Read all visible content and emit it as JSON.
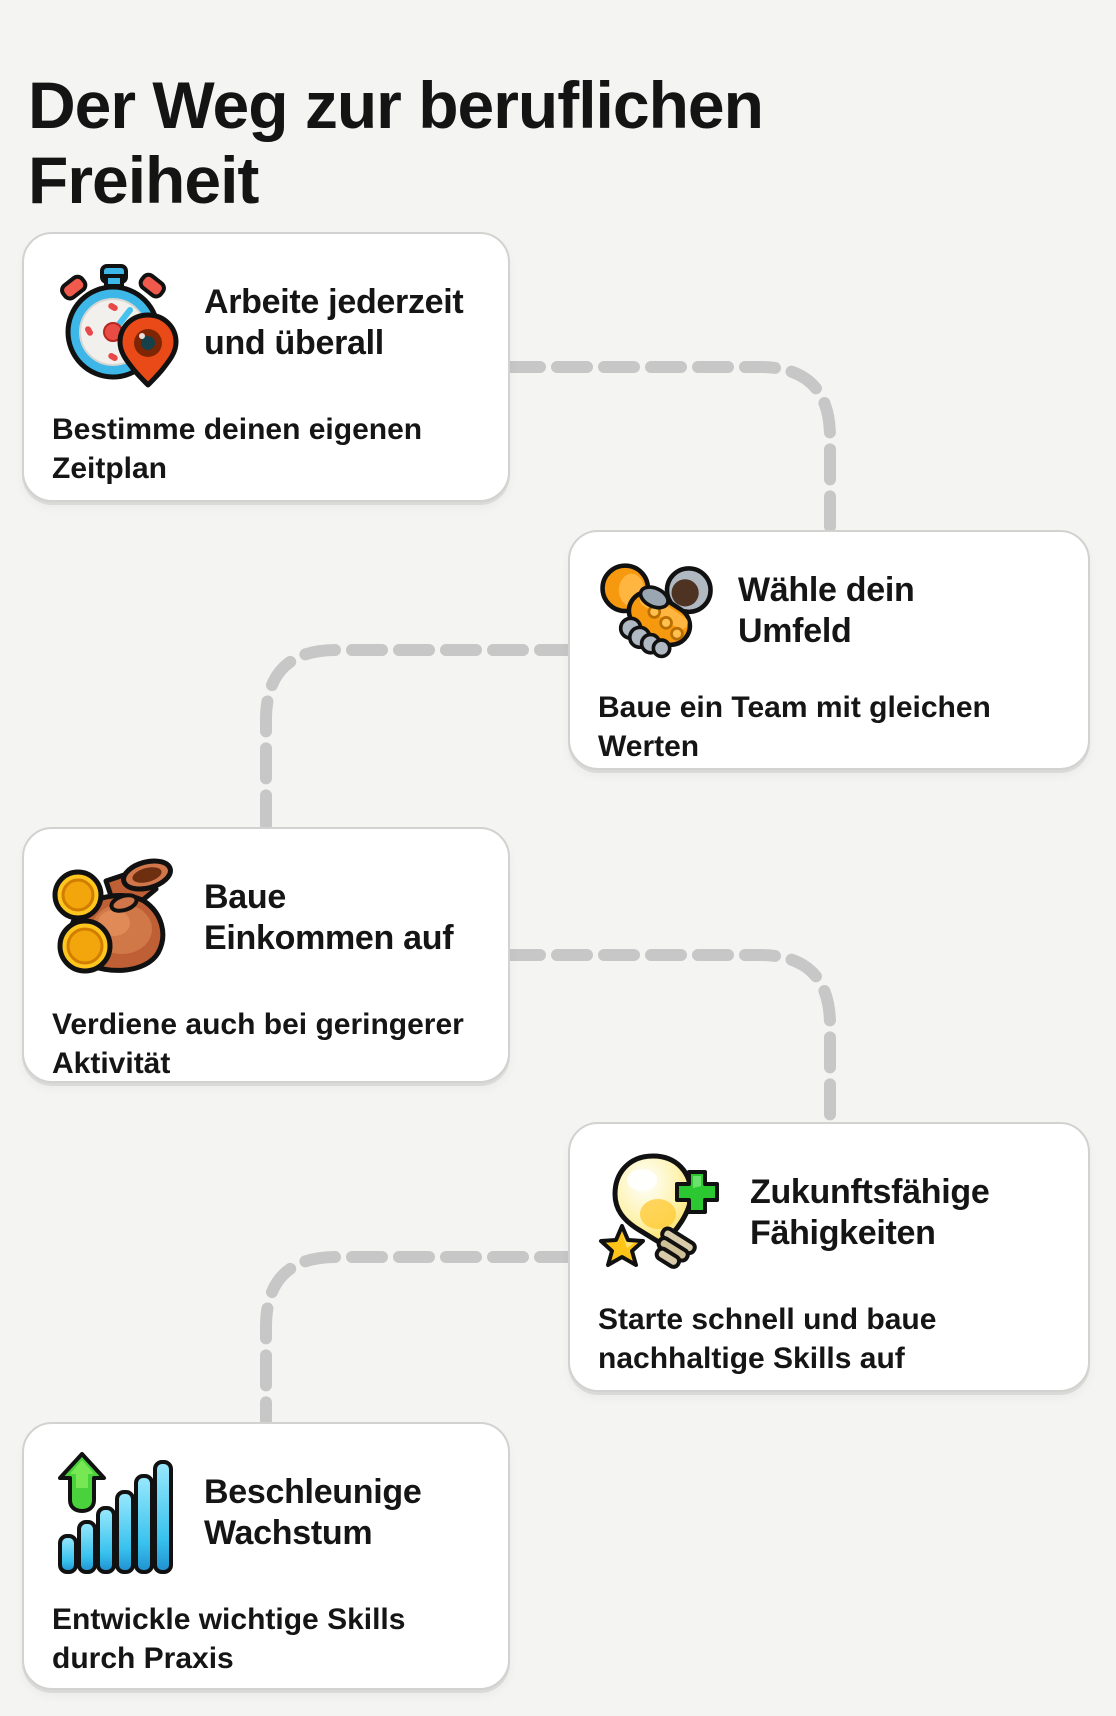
{
  "page": {
    "title": "Der Weg zur beruflichen\nFreiheit"
  },
  "cards": [
    {
      "icon": "stopwatch-location-icon",
      "title": "Arbeite jederzeit\nund überall",
      "description": "Bestimme deinen eigenen\nZeitplan"
    },
    {
      "icon": "handshake-icon",
      "title": "Wähle dein\nUmfeld",
      "description": "Baue ein Team mit gleichen\nWerten"
    },
    {
      "icon": "money-pot-icon",
      "title": "Baue\nEinkommen auf",
      "description": "Verdiene auch bei geringerer\nAktivität"
    },
    {
      "icon": "lightbulb-plus-star-icon",
      "title": "Zukunftsfähige\nFähigkeiten",
      "description": "Starte schnell und baue\nnachhaltige Skills auf"
    },
    {
      "icon": "growth-bars-icon",
      "title": "Beschleunige\nWachstum",
      "description": "Entwickle wichtige Skills\ndurch Praxis"
    }
  ],
  "colors": {
    "background": "#f4f4f2",
    "card_background": "#ffffff",
    "card_border": "#d2d2d0",
    "connector": "#c7c7c7",
    "text": "#151515"
  }
}
